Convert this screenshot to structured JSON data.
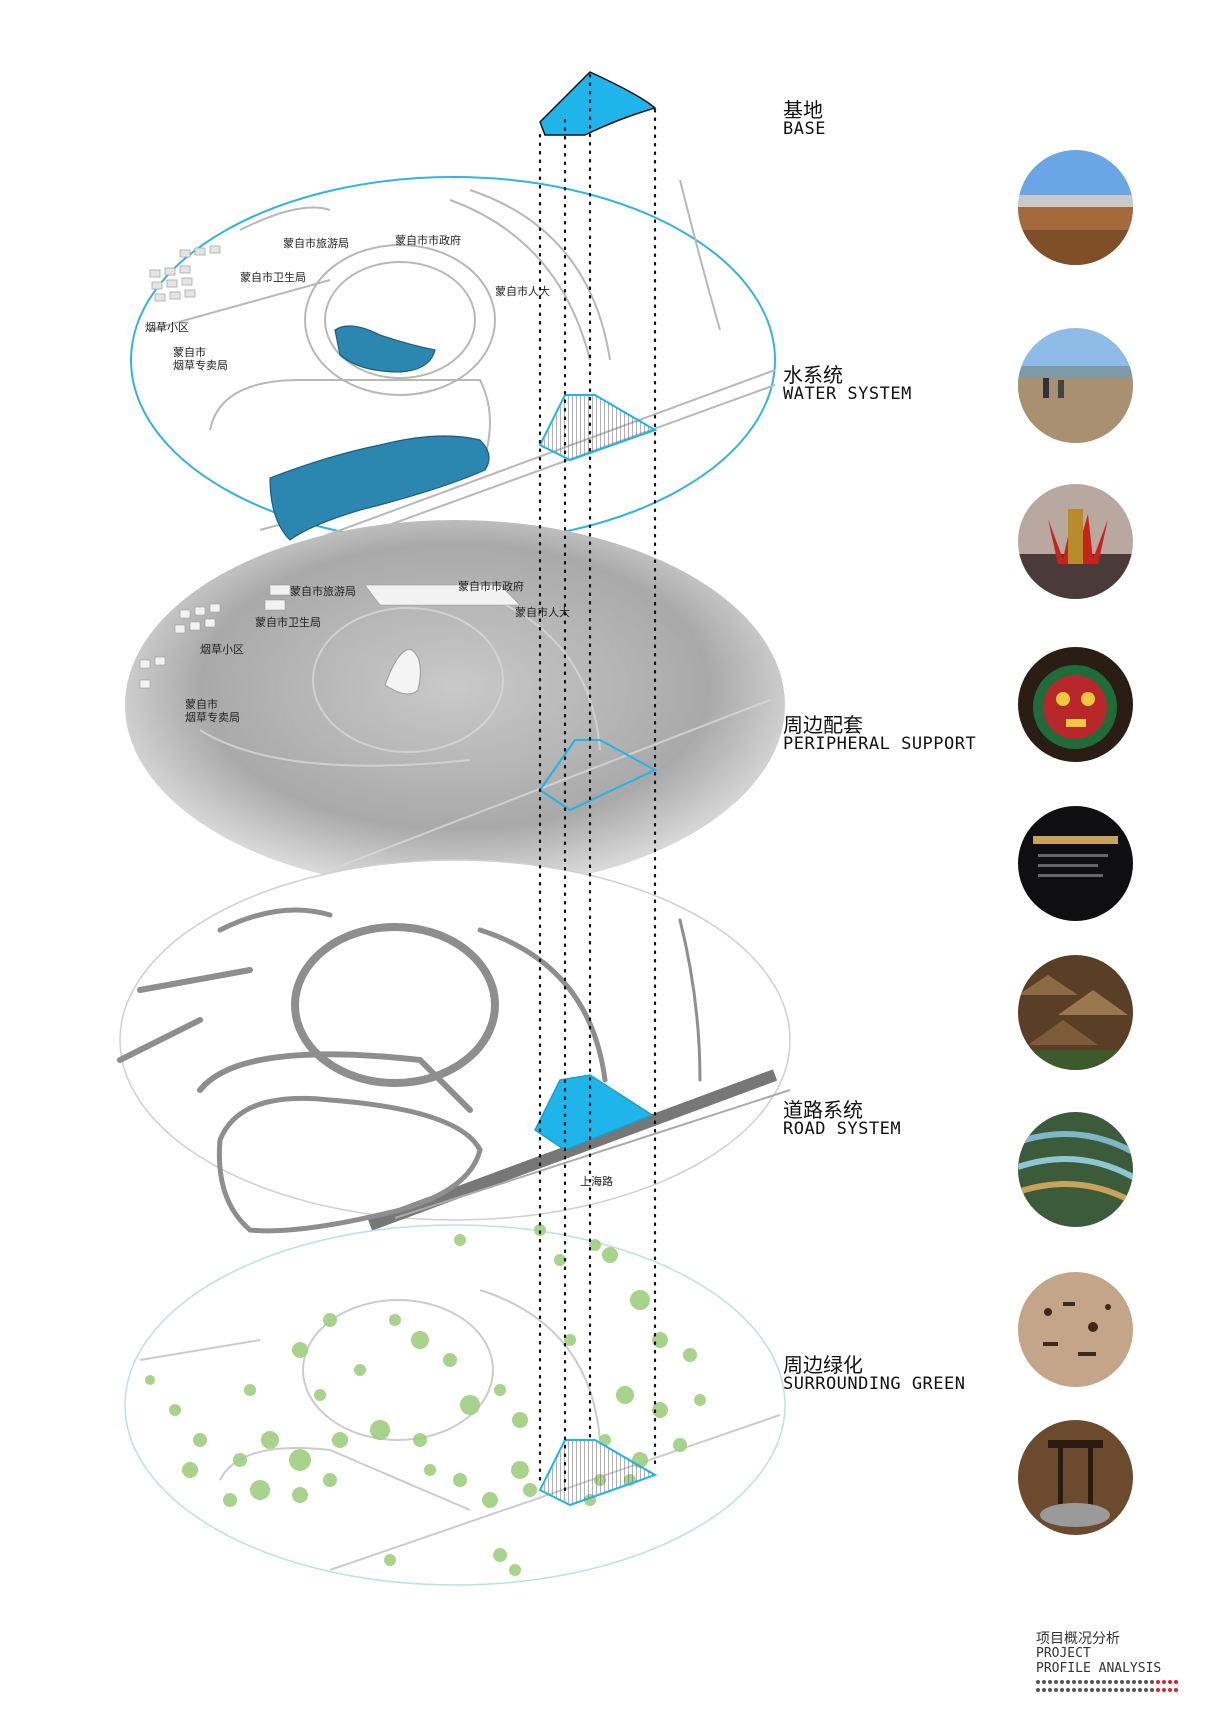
{
  "layers": [
    {
      "zh": "基地",
      "en": "BASE"
    },
    {
      "zh": "水系统",
      "en": "WATER SYSTEM"
    },
    {
      "zh": "周边配套",
      "en": "PERIPHERAL SUPPORT"
    },
    {
      "zh": "道路系统",
      "en": "ROAD SYSTEM"
    },
    {
      "zh": "周边绿化",
      "en": "SURROUNDING GREEN"
    }
  ],
  "map_labels": {
    "tourism": "蒙自市旅游局",
    "government": "蒙自市市政府",
    "health": "蒙自市卫生局",
    "congress": "蒙自市人大",
    "tobacco_community": "烟草小区",
    "tobacco_bureau_1": "蒙自市",
    "tobacco_bureau_2": "烟草专卖局",
    "road": "上海路"
  },
  "photos": [
    "landscape-photo",
    "field-photo",
    "monument-photo",
    "mask-art-photo",
    "exhibit-board-photo",
    "village-photo",
    "terraces-photo",
    "rock-art-photo",
    "sculpture-photo"
  ],
  "colors": {
    "accent": "#1fb4ea",
    "water": "#2b86b0",
    "green": "#9fcf7e"
  },
  "footer": {
    "zh": "项目概况分析",
    "en1": "PROJECT",
    "en2": "PROFILE ANALYSIS"
  }
}
